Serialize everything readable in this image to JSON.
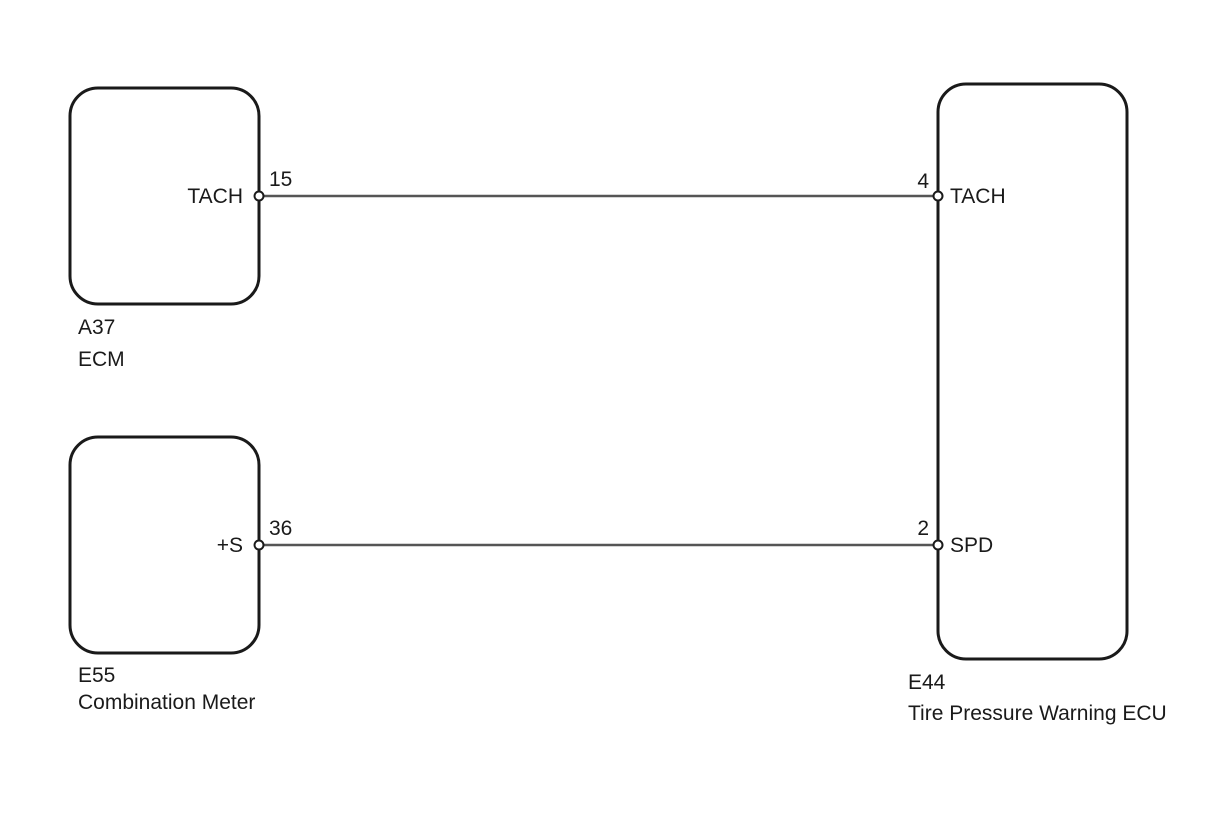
{
  "components": {
    "ecm": {
      "code": "A37",
      "name": "ECM",
      "terminal": {
        "pin": "15",
        "signal": "TACH"
      }
    },
    "combination_meter": {
      "code": "E55",
      "name": "Combination Meter",
      "terminal": {
        "pin": "36",
        "signal": "+S"
      }
    },
    "tpms_ecu": {
      "code": "E44",
      "name": "Tire Pressure Warning ECU",
      "terminals": [
        {
          "pin": "4",
          "signal": "TACH"
        },
        {
          "pin": "2",
          "signal": "SPD"
        }
      ]
    }
  },
  "colors": {
    "outline": "#1a1a1a",
    "wire": "#555555"
  }
}
